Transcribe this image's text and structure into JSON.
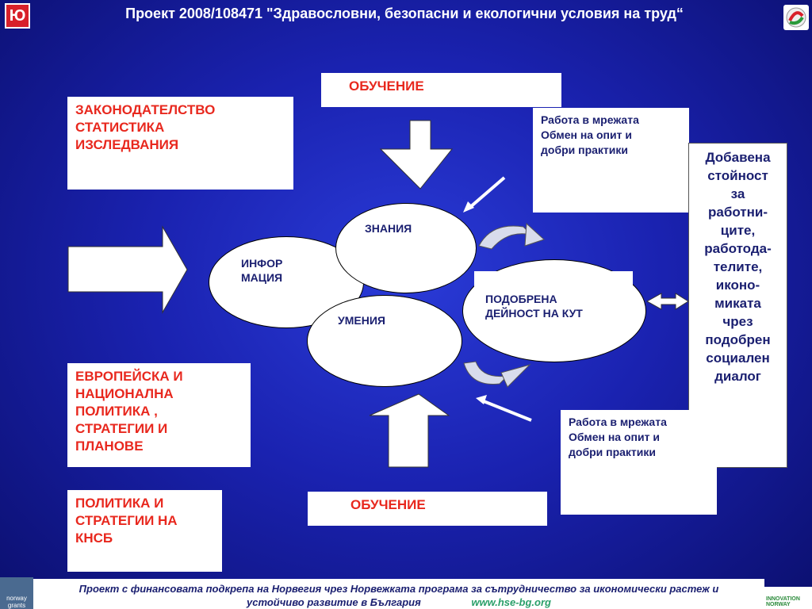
{
  "header": {
    "title": "Проект 2008/108471 \"Здравословни, безопасни и екологични условия на труд“",
    "left_logo_text": "Ю"
  },
  "boxes": {
    "top_training": "ОБУЧЕНИЕ",
    "bottom_training": "ОБУЧЕНИЕ",
    "legislation": [
      "ЗАКОНОДАТЕЛСТВО",
      "СТАТИСТИКА",
      "ИЗСЛЕДВАНИЯ"
    ],
    "european_policy": [
      "ЕВРОПЕЙСКА И",
      "НАЦИОНАЛНА",
      "ПОЛИТИКА ,",
      "СТРАТЕГИИ И",
      "ПЛАНОВЕ"
    ],
    "knsb_policy": [
      "ПОЛИТИКА И",
      "СТРАТЕГИИ НА",
      "КНСБ"
    ],
    "network_top": [
      "Работа в мрежата",
      "Обмен на опит и",
      "добри практики"
    ],
    "network_bottom": [
      "Работа в мрежата",
      "Обмен на опит и",
      "добри практики"
    ],
    "added_value": [
      "Добавена",
      "стойност",
      "за",
      "работни-",
      "ците,",
      "работода-",
      "телите,",
      "иконо-",
      "миката",
      "чрез",
      "подобрен",
      "социален",
      "диалог"
    ]
  },
  "ellipses": {
    "knowledge": "ЗНАНИЯ",
    "information": [
      "ИНФОР",
      "МАЦИЯ"
    ],
    "skills": "УМЕНИЯ",
    "improved": [
      "ПОДОБРЕНА",
      "ДЕЙНОСТ НА КУТ"
    ]
  },
  "footer": {
    "line1": "Проект с финансовата подкрепа на Норвегия чрез Норвежката програма за сътрудничество за икономически растеж и",
    "line2": "устойчиво развитие в България",
    "url": "www.hse-bg.org",
    "norway_logo": "norway grants",
    "innovation_logo": "INNOVATION NORWAY"
  },
  "colors": {
    "accent_red": "#e8281e",
    "text_navy": "#1a1f70",
    "background": "#1a22b0"
  }
}
